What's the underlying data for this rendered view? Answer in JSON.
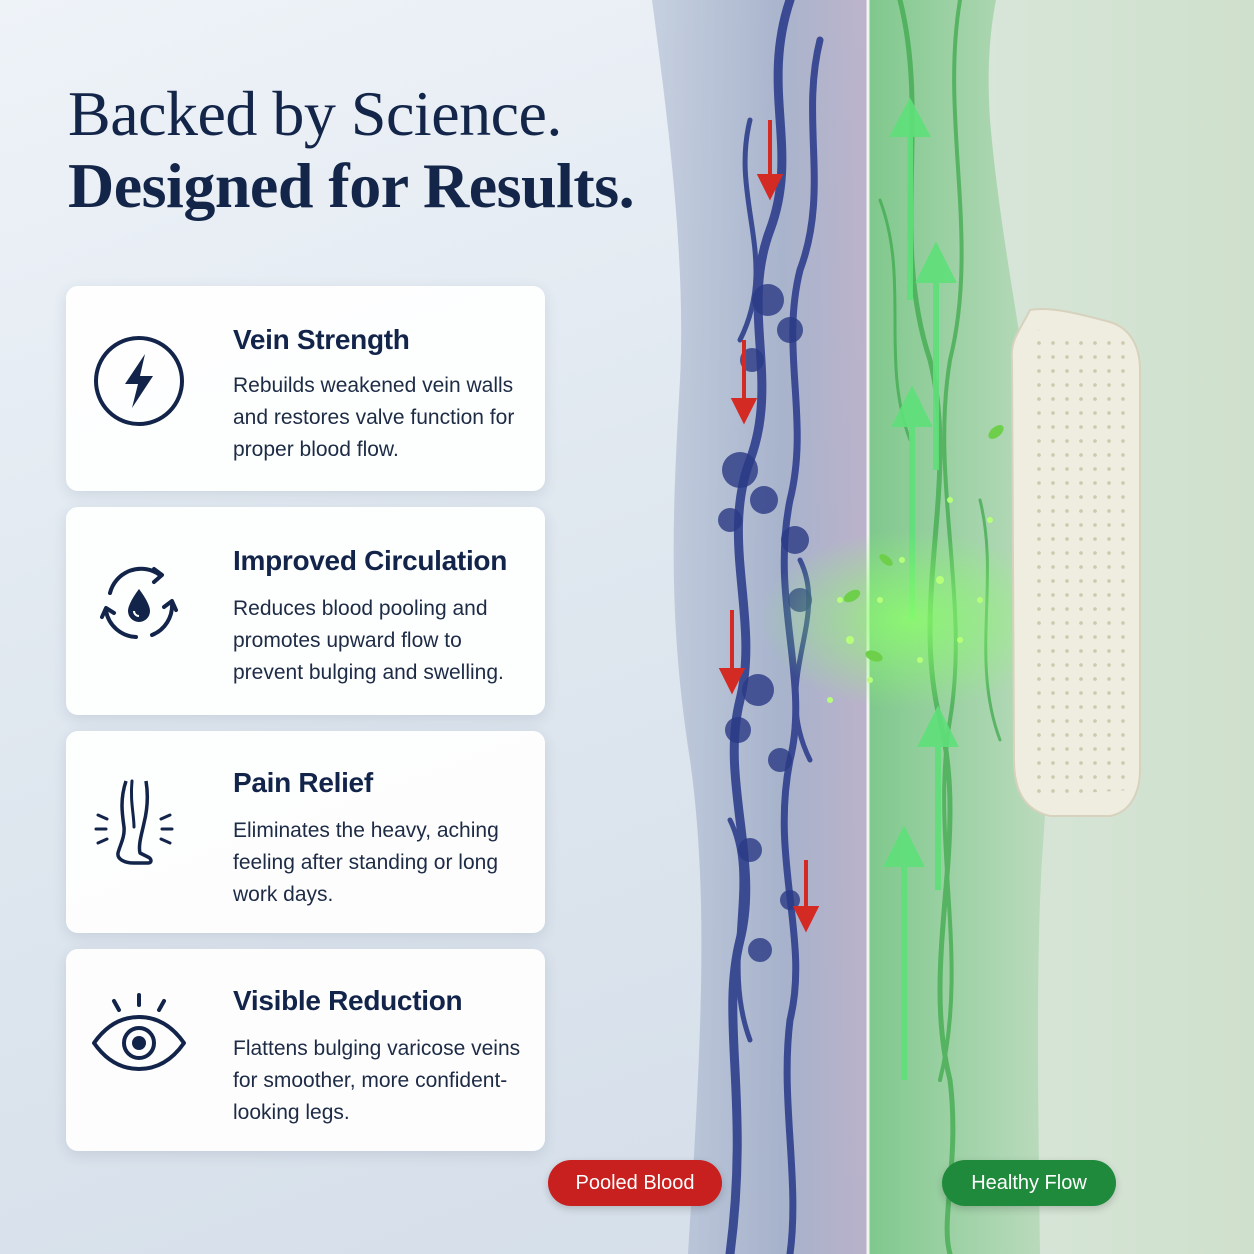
{
  "headline": {
    "line1": "Backed by Science.",
    "line2": "Designed for Results."
  },
  "benefits": [
    {
      "title": "Vein Strength",
      "description": "Rebuilds weakened vein walls and restores valve function for proper blood flow.",
      "icon": "lightning-icon"
    },
    {
      "title": "Improved Circulation",
      "description": "Reduces blood pooling and promotes upward flow to prevent bulging and swelling.",
      "icon": "circulation-drop-icon"
    },
    {
      "title": "Pain Relief",
      "description": "Eliminates the heavy, aching feeling after standing or long work days.",
      "icon": "leg-icon"
    },
    {
      "title": "Visible Reduction",
      "description": "Flattens bulging varicose veins for smoother, more confident-looking legs.",
      "icon": "eye-icon"
    }
  ],
  "labels": {
    "pooled": "Pooled Blood",
    "healthy": "Healthy Flow"
  },
  "colors": {
    "navy": "#13244a",
    "pooled_red": "#c8201f",
    "healthy_green": "#1f8a3c"
  }
}
